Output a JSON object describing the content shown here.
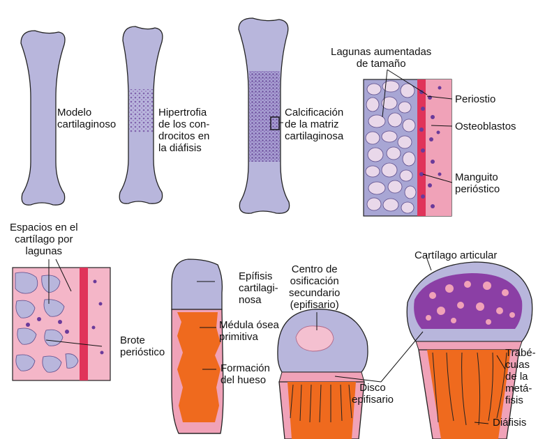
{
  "labels": {
    "modelo": "Modelo\ncartilaginoso",
    "hipertrofia": "Hipertrofia\nde los con-\ndrocitos en\nla diáfisis",
    "calcificacion": "Calcificación\nde la matriz\ncartilaginosa",
    "lagunas": "Lagunas aumentadas\nde tamaño",
    "periostio": "Periostio",
    "osteoblastos": "Osteoblastos",
    "manguito": "Manguito\nperióstico",
    "espacios": "Espacios en el\ncartílago por\nlagunas",
    "brote": "Brote\nperióstico",
    "epifisis": "Epífisis\ncartilagi-\nnosa",
    "medula": "Médula ósea\nprimitiva",
    "formacion": "Formación\ndel hueso",
    "centro": "Centro de\nosificación\nsecundario\n(epifisario)",
    "cartilago_articular": "Cartílago articular",
    "disco": "Disco\nepifisario",
    "trabeculas": "Trabé-\nculas\nde la\nmetá-\nfisis",
    "diafisis": "Diáfisis"
  },
  "colors": {
    "cartilage": "#b8b6dc",
    "cartilage_dark": "#8e88c4",
    "bone": "#ef6a1e",
    "pink": "#f0a2b8",
    "red": "#e0345a",
    "purple": "#7a3a9a",
    "outline": "#222222"
  }
}
